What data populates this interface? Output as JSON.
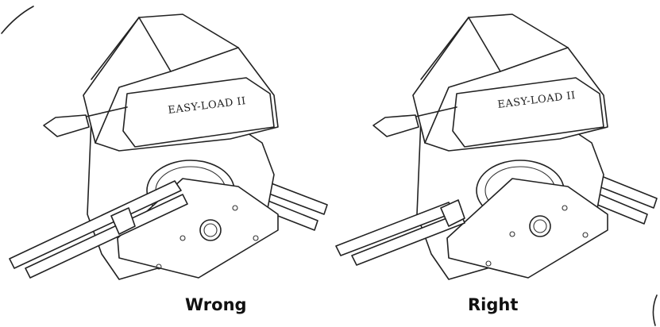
{
  "pumps": [
    {
      "label": "EASY-LOAD II",
      "caption": "Wrong"
    },
    {
      "label": "EASY-LOAD II",
      "caption": "Right"
    }
  ]
}
